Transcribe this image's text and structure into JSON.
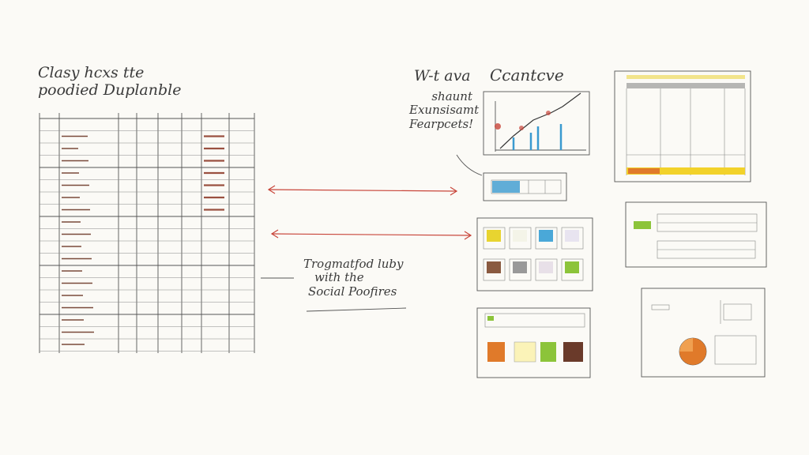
{
  "left_note": {
    "line1": "Clasy hcxs tte",
    "line2": "poodied Duplanble"
  },
  "top_note": {
    "title": "W-t ava",
    "title2": "Ccantcve",
    "line1": "shaunt",
    "line2": "Exunsisamt",
    "line3": "Fearpcets!"
  },
  "middle_note": {
    "line1": "Trogmatfod luby",
    "line2": "with the",
    "line3": "Social Poofires"
  },
  "colors": {
    "arrow": "#c8453a",
    "blue": "#3a9ad0",
    "yellow": "#f2d22a",
    "orange": "#e07a2a",
    "green": "#8cc43a",
    "brown": "#6a3a2a"
  }
}
